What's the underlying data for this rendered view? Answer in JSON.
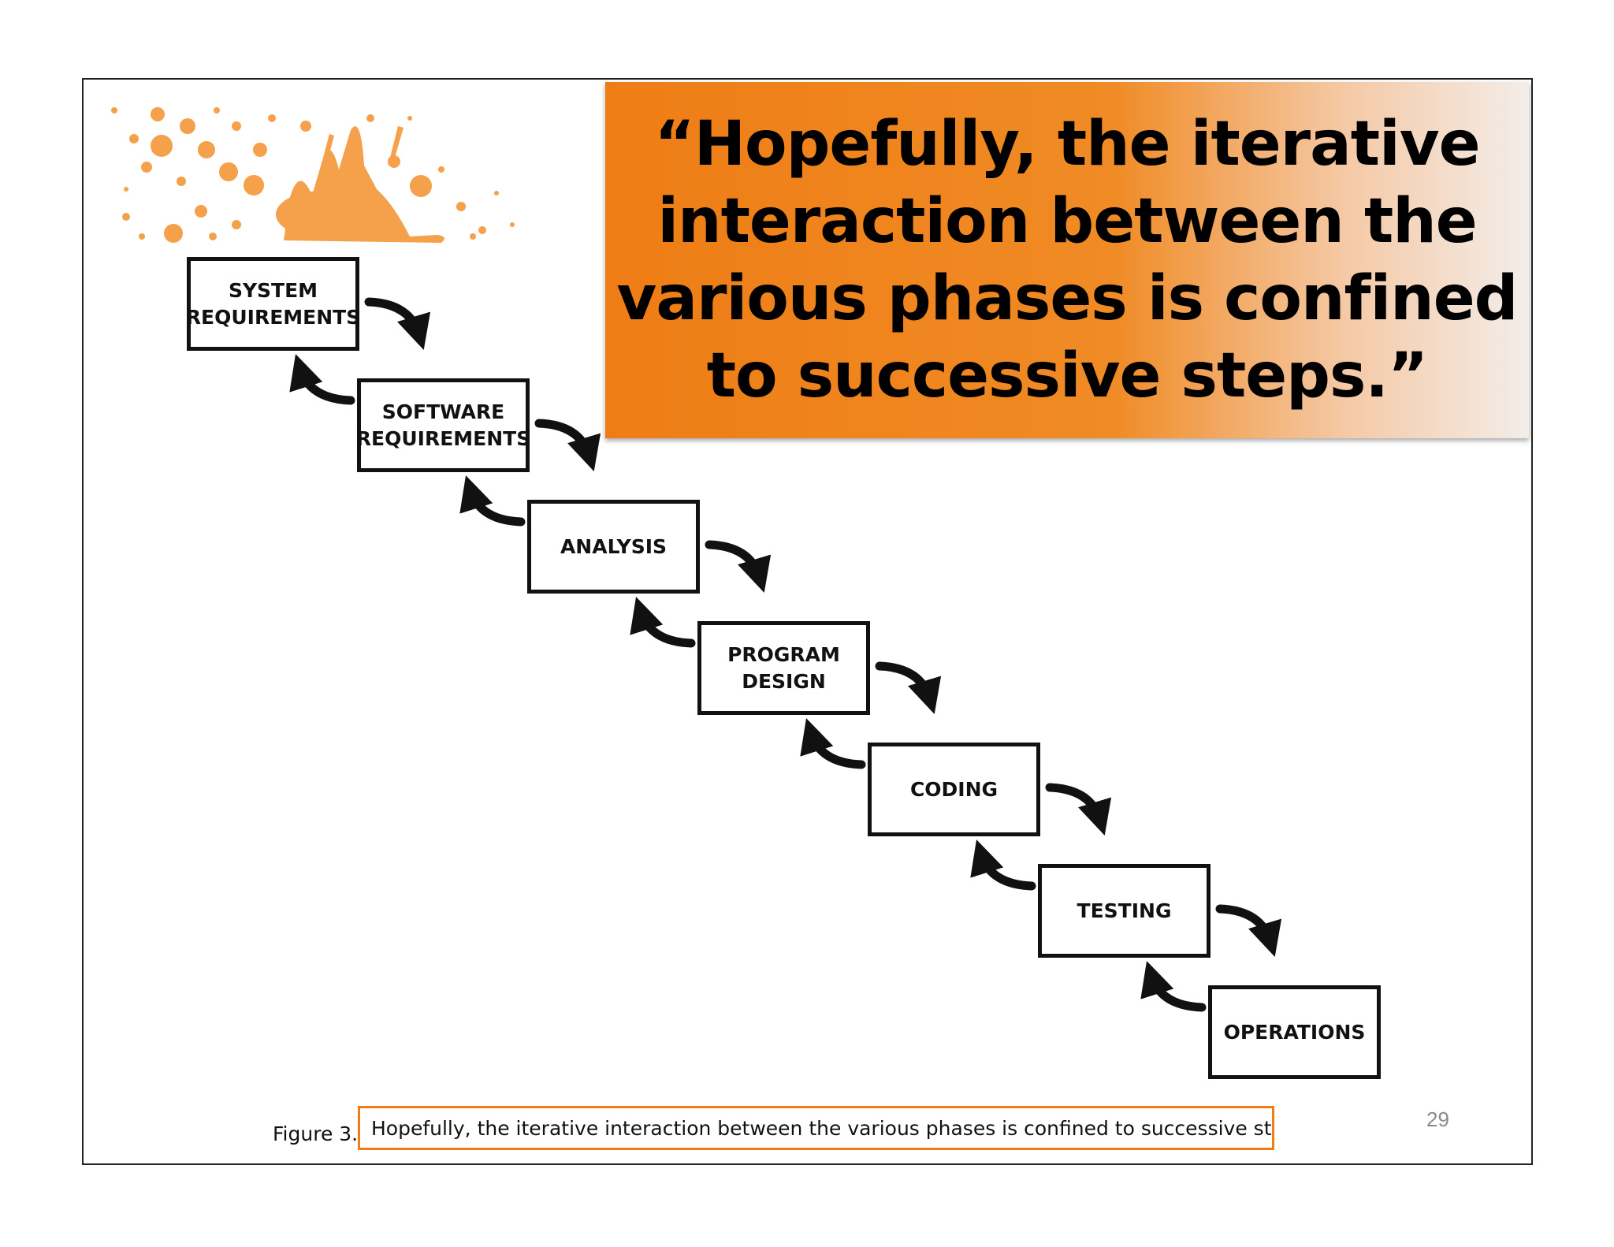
{
  "quote": {
    "lines": [
      "“Hopefully, the iterative",
      "interaction between the",
      "various phases is confined",
      "to successive steps.”"
    ]
  },
  "diagram": {
    "steps": [
      {
        "id": "system-requirements",
        "label": "SYSTEM\nREQUIREMENTS"
      },
      {
        "id": "software-requirements",
        "label": "SOFTWARE\nREQUIREMENTS"
      },
      {
        "id": "analysis",
        "label": "ANALYSIS"
      },
      {
        "id": "program-design",
        "label": "PROGRAM\nDESIGN"
      },
      {
        "id": "coding",
        "label": "CODING"
      },
      {
        "id": "testing",
        "label": "TESTING"
      },
      {
        "id": "operations",
        "label": "OPERATIONS"
      }
    ]
  },
  "caption": {
    "prefix": "Figure 3.",
    "text": "Hopefully, the iterative interaction between the various phases is confined to successive steps."
  },
  "page_number": "29",
  "colors": {
    "accent": "#ef7d15",
    "splatter": "#f5a04a",
    "ink": "#111111"
  }
}
